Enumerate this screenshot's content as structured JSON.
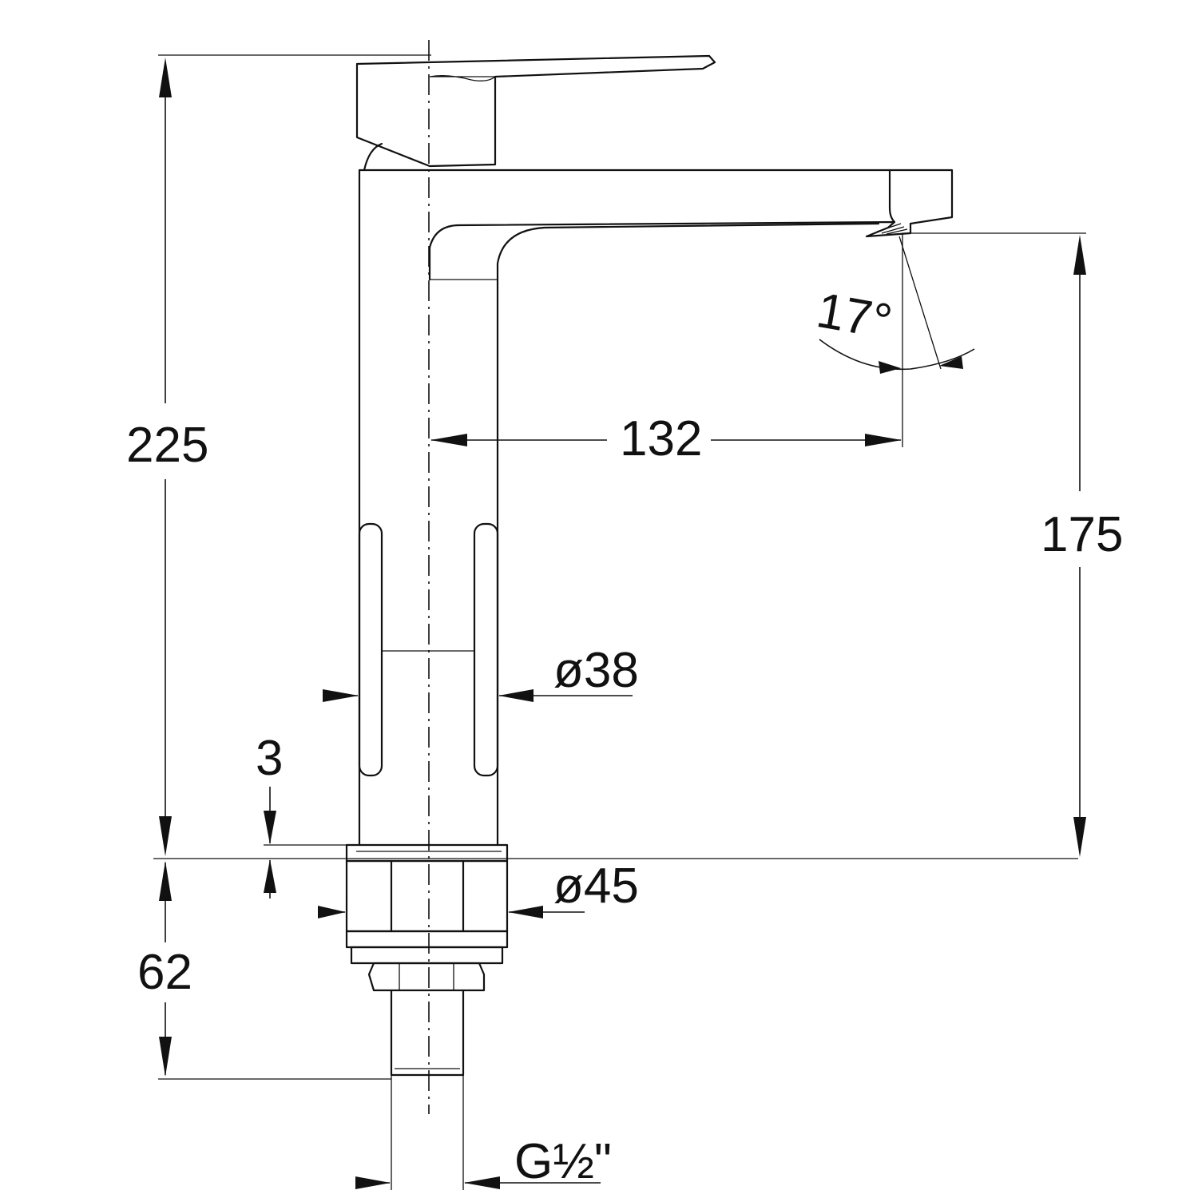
{
  "dimensions": {
    "total_height": "225",
    "spout_height": "175",
    "spout_reach": "132",
    "spout_angle": "17°",
    "body_diameter": "ø38",
    "base_diameter": "ø45",
    "base_thickness": "3",
    "shank_length": "62",
    "thread": "G½\""
  }
}
